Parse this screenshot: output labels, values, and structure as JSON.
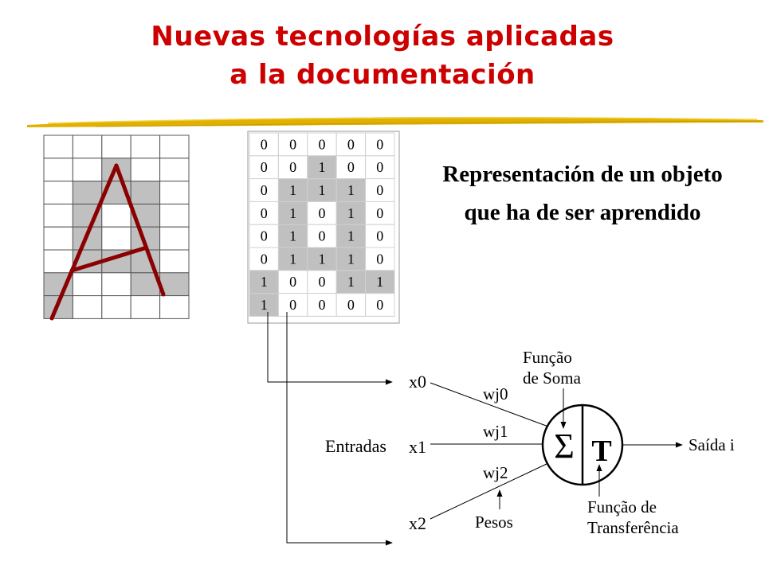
{
  "title": {
    "line1": "Nuevas tecnologías aplicadas",
    "line2": "a la documentación"
  },
  "subtitle": {
    "line1": "Representación de un objeto",
    "line2": "que ha de ser aprendido"
  },
  "pixel_grid": {
    "rows": 8,
    "cols": 5,
    "shaded": [
      [
        0,
        0,
        0,
        0,
        0
      ],
      [
        0,
        0,
        1,
        0,
        0
      ],
      [
        0,
        1,
        1,
        1,
        0
      ],
      [
        0,
        1,
        0,
        1,
        0
      ],
      [
        0,
        1,
        0,
        1,
        0
      ],
      [
        0,
        1,
        1,
        1,
        0
      ],
      [
        1,
        0,
        0,
        1,
        1
      ],
      [
        1,
        0,
        0,
        0,
        0
      ]
    ],
    "shade_color": "#c0c0c0",
    "stroke_color": "#8b0000"
  },
  "binary_matrix": [
    [
      "0",
      "0",
      "0",
      "0",
      "0"
    ],
    [
      "0",
      "0",
      "1",
      "0",
      "0"
    ],
    [
      "0",
      "1",
      "1",
      "1",
      "0"
    ],
    [
      "0",
      "1",
      "0",
      "1",
      "0"
    ],
    [
      "0",
      "1",
      "0",
      "1",
      "0"
    ],
    [
      "0",
      "1",
      "1",
      "1",
      "0"
    ],
    [
      "1",
      "0",
      "0",
      "1",
      "1"
    ],
    [
      "1",
      "0",
      "0",
      "0",
      "0"
    ]
  ],
  "neuron": {
    "inputs_label": "Entradas",
    "inputs": [
      "x0",
      "x1",
      "x2"
    ],
    "weights": [
      "wj0",
      "wj1",
      "wj2"
    ],
    "sum_symbol": "Σ",
    "transfer_symbol": "T",
    "sum_function_label": [
      "Função",
      "de Soma"
    ],
    "transfer_function_label": [
      "Função de",
      "Transferência"
    ],
    "weights_label": "Pesos",
    "output_label": "Saída i"
  }
}
